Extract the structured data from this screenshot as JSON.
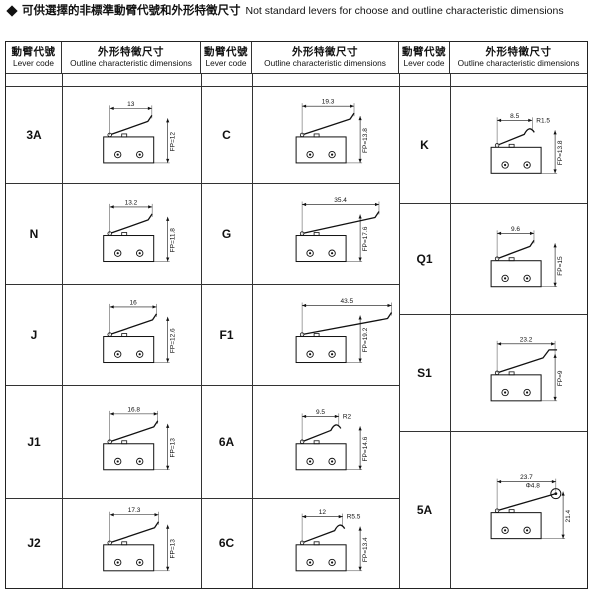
{
  "title": {
    "zh": "可供選擇的非標準動臂代號和外形特徵尺寸",
    "en": "Not standard levers for choose and outline characteristic dimensions"
  },
  "header": {
    "code_zh": "動臂代號",
    "code_en": "Lever code",
    "dim_zh": "外形特徵尺寸",
    "dim_en": "Outline characteristic dimensions"
  },
  "levers": [
    {
      "code": "3A",
      "length": "13",
      "fp": "FP=12"
    },
    {
      "code": "N",
      "length": "13.2",
      "fp": "FP=11.8"
    },
    {
      "code": "J",
      "length": "16",
      "fp": "FP=12.6"
    },
    {
      "code": "J1",
      "length": "16.8",
      "fp": "FP=13"
    },
    {
      "code": "J2",
      "length": "17.3",
      "fp": "FP=13"
    },
    {
      "code": "C",
      "length": "19.3",
      "fp": "FP=13.8"
    },
    {
      "code": "G",
      "length": "35.4",
      "fp": "FP=17.6"
    },
    {
      "code": "F1",
      "length": "43.5",
      "fp": "FP=19.2"
    },
    {
      "code": "6A",
      "length": "9.5",
      "radius": "R2",
      "fp": "FP=14.6"
    },
    {
      "code": "6C",
      "length": "12",
      "radius": "R5.5",
      "fp": "FP=13.4"
    },
    {
      "code": "K",
      "length": "8.5",
      "radius": "R1.5",
      "fp": "FP=13.8"
    },
    {
      "code": "Q1",
      "length": "9.6",
      "fp": "FP=15"
    },
    {
      "code": "S1",
      "length": "23.2",
      "fp": "FP=9"
    },
    {
      "code": "5A",
      "length": "23.7",
      "roller": "Φ4.8",
      "fp": "21.4"
    }
  ]
}
